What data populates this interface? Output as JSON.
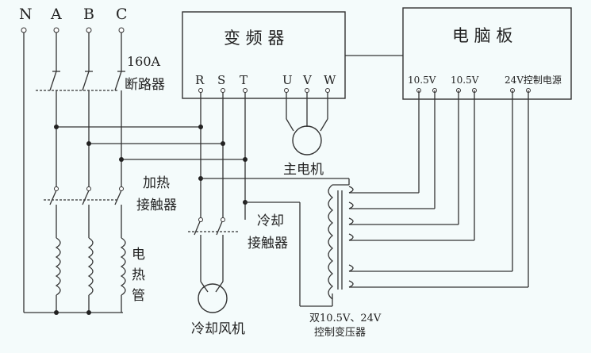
{
  "lines": {
    "N": "N",
    "A": "A",
    "B": "B",
    "C": "C"
  },
  "breaker": {
    "rating": "160A",
    "name": "断路器"
  },
  "inverter": {
    "title": "变 频 器",
    "in_R": "R",
    "in_S": "S",
    "in_T": "T",
    "out_U": "U",
    "out_V": "V",
    "out_W": "W"
  },
  "board": {
    "title": "电 脑 板",
    "pin1": "10.5V",
    "pin2": "10.5V",
    "pin3": "24V控制电源"
  },
  "main_motor": "主电机",
  "heat_contactor": {
    "line1": "加热",
    "line2": "接触器"
  },
  "heater": {
    "c1": "电",
    "c2": "热",
    "c3": "管"
  },
  "cool_contactor": {
    "line1": "冷却",
    "line2": "接触器"
  },
  "cool_fan": "冷却风机",
  "transformer": {
    "line1": "双10.5V、24V",
    "line2": "控制变压器"
  }
}
